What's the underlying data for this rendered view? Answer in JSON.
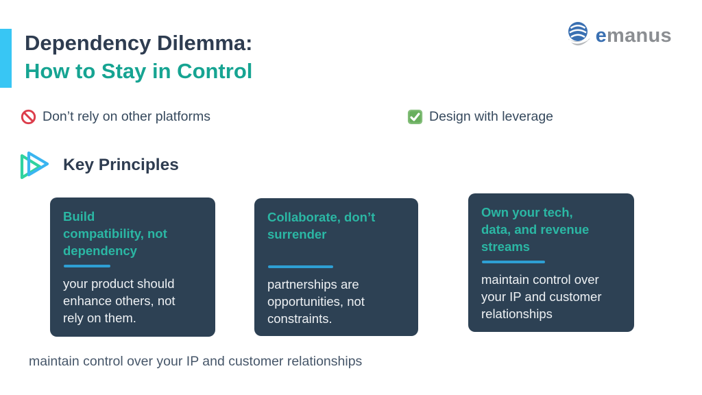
{
  "slide": {
    "title_line1": "Dependency Dilemma:",
    "title_line2": "How to Stay in Control"
  },
  "logo": {
    "icon": "emanus-logo-icon",
    "text_accent": "e",
    "text_rest": "manus"
  },
  "callouts": [
    {
      "icon": "no-entry-icon",
      "label": "Don’t rely on other platforms"
    },
    {
      "icon": "checkbox-checked-icon",
      "label": "Design with leverage"
    }
  ],
  "section": {
    "icon": "fast-forward-icon",
    "heading": "Key Principles"
  },
  "cards": [
    {
      "title_lines": [
        "Build",
        "compatibility, not",
        "dependency"
      ],
      "body_lines": [
        "your product should",
        "enhance others, not",
        "rely on them."
      ]
    },
    {
      "title_lines": [
        "Collaborate, don’t",
        "surrender"
      ],
      "body_lines": [
        "partnerships are",
        "opportunities, not",
        "constraints."
      ]
    },
    {
      "title_lines": [
        "Own your tech,",
        "data, and revenue",
        "streams"
      ],
      "body_lines": [
        "maintain control over",
        "your IP and customer",
        "relationships"
      ]
    }
  ],
  "footer": {
    "caption": "maintain control over your IP and customer relationships"
  },
  "colors": {
    "accent_bar": "#38c6f4",
    "title_primary": "#2e3c50",
    "title_secondary": "#16a492",
    "card_background": "#2d4154",
    "card_title_teal": "#2bb7a4",
    "card_divider_blue": "#2e9fd4",
    "card_body_text": "#eef1f4",
    "callout_text": "#36495d",
    "no_entry_red": "#dc3d4b",
    "check_green": "#68ae5d",
    "triangle_green": "#2fd3a0",
    "triangle_blue": "#3ab5f0",
    "logo_blue": "#3a70b2",
    "logo_gray": "#8b8e92",
    "footer_text": "#465669"
  }
}
